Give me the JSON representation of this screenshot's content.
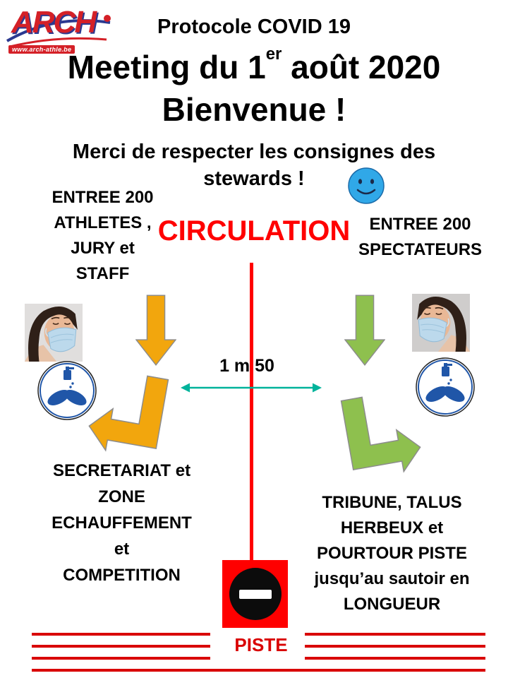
{
  "logo": {
    "club": "ARCH",
    "website": "www.arch-athle.be"
  },
  "header": {
    "protocol": "Protocole COVID 19",
    "meeting_prefix": "Meeting du 1",
    "meeting_superscript": "er",
    "meeting_suffix": " août 2020",
    "welcome": "Bienvenue !",
    "notice": "Merci de respecter les consignes des stewards !"
  },
  "flow": {
    "left_entry_lines": [
      "ENTREE 200",
      "ATHLETES ,",
      "JURY et",
      "STAFF"
    ],
    "circulation_label": "CIRCULATION",
    "right_entry_lines": [
      "ENTREE 200",
      "SPECTATEURS"
    ],
    "distance_label": "1 m 50",
    "left_destination_lines": [
      "SECRETARIAT et",
      "ZONE",
      "ECHAUFFEMENT",
      "et",
      "COMPETITION"
    ],
    "right_destination_lines": [
      "TRIBUNE, TALUS",
      "HERBEUX et",
      "POURTOUR PISTE",
      "jusqu’au sautoir en",
      "LONGUEUR"
    ],
    "piste_label": "PISTE"
  },
  "icons": {
    "smiley": "smiley-face-icon",
    "hand_hygiene": "hand-hygiene-sign-icon",
    "no_entry": "no-entry-sign-icon",
    "masked_person": "masked-person-photo",
    "down_arrow": "down-arrow-icon",
    "bent_arrow": "bent-arrow-icon",
    "distance_arrow": "double-headed-arrow-icon"
  },
  "colors": {
    "accent_red": "#ff0000",
    "line_red": "#d90000",
    "arrow_orange": "#f2a60d",
    "arrow_green": "#8ec04e",
    "teal": "#00b39b",
    "smiley_blue": "#30a8e8",
    "sign_blue": "#2056a8",
    "mask_blue": "#bcd9ec"
  }
}
